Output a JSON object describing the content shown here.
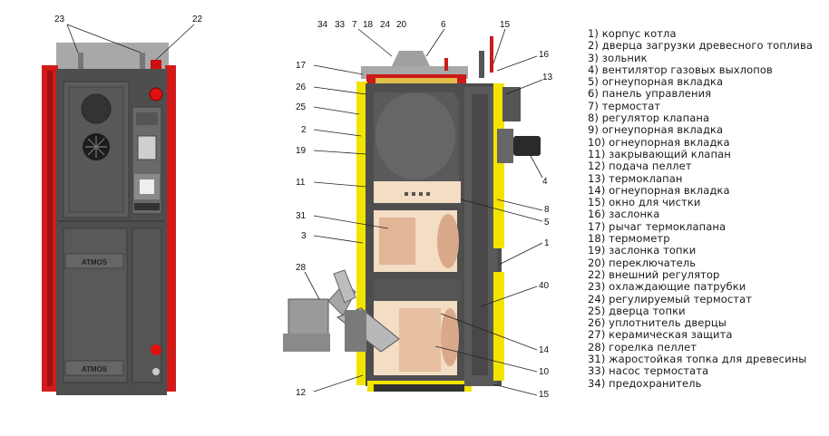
{
  "colors": {
    "casing_dark": "#4b4b4b",
    "casing_mid": "#6a6a6a",
    "casing_light": "#9a9a9a",
    "red_side": "#d21a1a",
    "yellow_insulation": "#f2e400",
    "chamber_beige": "#f3ddc5",
    "chamber_shade": "#d9a98a",
    "grey_top": "#a8a8a8"
  },
  "front_view": {
    "callouts": {
      "c23": "23",
      "c22": "22"
    },
    "door_badges": [
      "ATMOS",
      "ATMOS"
    ]
  },
  "section_view": {
    "top_callouts": {
      "c34": "34",
      "c33": "33",
      "c7": "7",
      "c18": "18",
      "c24": "24",
      "c20": "20",
      "c6": "6",
      "c15t": "15"
    },
    "left_callouts": {
      "c17": "17",
      "c26": "26",
      "c25": "25",
      "c2": "2",
      "c19": "19",
      "c11": "11",
      "c31": "31",
      "c3": "3",
      "c28": "28",
      "c12": "12"
    },
    "right_callouts": {
      "c16": "16",
      "c13": "13",
      "c4": "4",
      "c8": "8",
      "c5": "5",
      "c1": "1",
      "c40": "40",
      "c14": "14",
      "c10": "10",
      "c15b": "15"
    }
  },
  "legend": [
    "1) корпус котла",
    "2) дверца загрузки древесного топлива",
    "3) зольник",
    "4) вентилятор газовых выхлопов",
    "5) огнеупорная вкладка",
    "6) панель управления",
    "7) термостат",
    "8) регулятор клапана",
    "9) огнеупорная вкладка",
    "10) огнеупорная вкладка",
    "11) закрывающий клапан",
    "12) подача пеллет",
    "13) термоклапан",
    "14) огнеупорная вкладка",
    "15) окно для чистки",
    "16) заслонка",
    "17) рычаг термоклапана",
    "18) термометр",
    "19) заслонка топки",
    "20) переключатель",
    "22) внешний регулятор",
    "23) охлаждающие патрубки",
    "24) регулируемый термостат",
    "25) дверца топки",
    "26) уплотнитель дверцы",
    "27) керамическая защита",
    "28) горелка пеллет",
    "31) жаростойкая топка для древесины",
    "33) насос термостата",
    "34) предохранитель"
  ]
}
